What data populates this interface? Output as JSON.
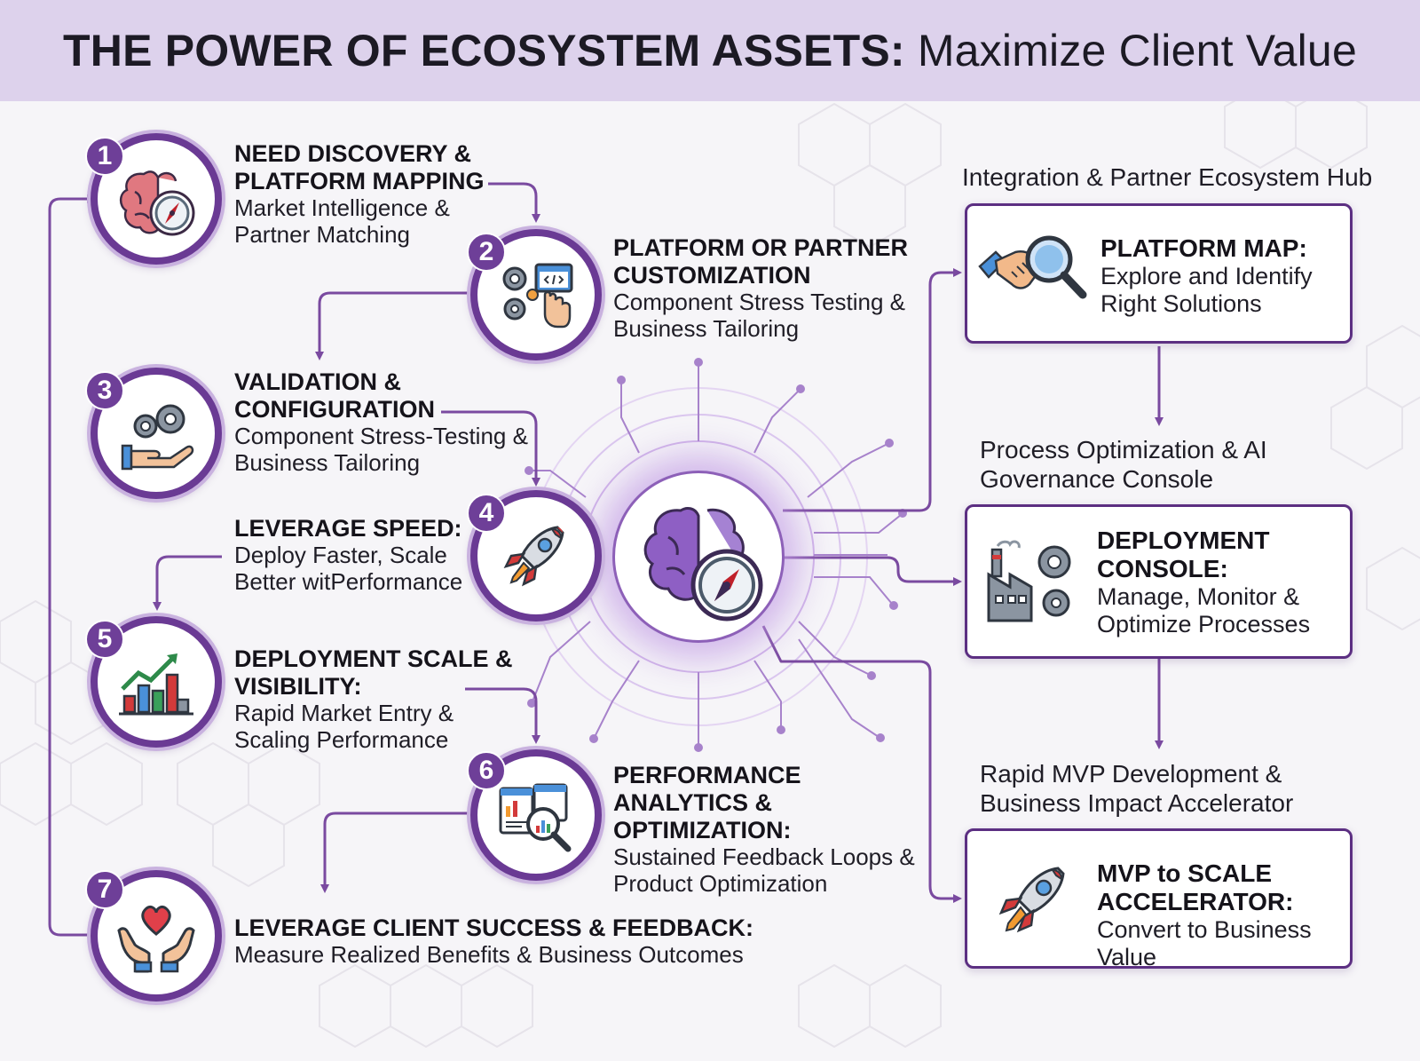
{
  "header": {
    "title_bold": "THE POWER OF ECOSYSTEM ASSETS:",
    "title_regular": "Maximize Client Value"
  },
  "colors": {
    "accent": "#6a3a94",
    "header_bg": "#ddd2ec",
    "connector": "#7a4aa0"
  },
  "steps": [
    {
      "number": "1",
      "title": "NEED DISCOVERY & PLATFORM MAPPING",
      "subtitle": "Market Intelligence & Partner Matching",
      "icon": "brain-compass-icon"
    },
    {
      "number": "2",
      "title": "PLATFORM OR PARTNER CUSTOMIZATION",
      "subtitle": "Component Stress Testing & Business Tailoring",
      "icon": "gears-code-hand-icon"
    },
    {
      "number": "3",
      "title": "VALIDATION & CONFIGURATION",
      "subtitle": "Component Stress-Testing & Business Tailoring",
      "icon": "hand-gears-icon"
    },
    {
      "number": "4",
      "title": "LEVERAGE SPEED:",
      "subtitle": "Deploy Faster, Scale Better witPerformance",
      "icon": "rocket-icon"
    },
    {
      "number": "5",
      "title": "DEPLOYMENT SCALE & VISIBILITY:",
      "subtitle": "Rapid Market Entry & Scaling Performance",
      "icon": "growth-chart-icon"
    },
    {
      "number": "6",
      "title": "PERFORMANCE ANALYTICS & OPTIMIZATION:",
      "subtitle": "Sustained Feedback Loops & Product Optimization",
      "icon": "analytics-magnifier-icon"
    },
    {
      "number": "7",
      "title": "LEVERAGE CLIENT SUCCESS & FEEDBACK:",
      "subtitle": "Measure Realized Benefits & Business Outcomes",
      "icon": "hands-heart-icon"
    }
  ],
  "center": {
    "icon": "brain-compass-hub-icon"
  },
  "hub": {
    "sections": [
      {
        "label": "Integration & Partner Ecosystem Hub",
        "card_title": "PLATFORM MAP:",
        "card_text": "Explore and Identify Right Solutions",
        "icon": "handshake-magnifier-icon"
      },
      {
        "label": "Process Optimization & AI Governance Console",
        "card_title": "DEPLOYMENT CONSOLE:",
        "card_text": "Manage, Monitor & Optimize Processes",
        "icon": "factory-gears-icon"
      },
      {
        "label": "Rapid MVP Development & Business Impact Accelerator",
        "card_title": "MVP to SCALE ACCELERATOR:",
        "card_text": "Convert to Business Value",
        "icon": "rocket-icon"
      }
    ]
  }
}
